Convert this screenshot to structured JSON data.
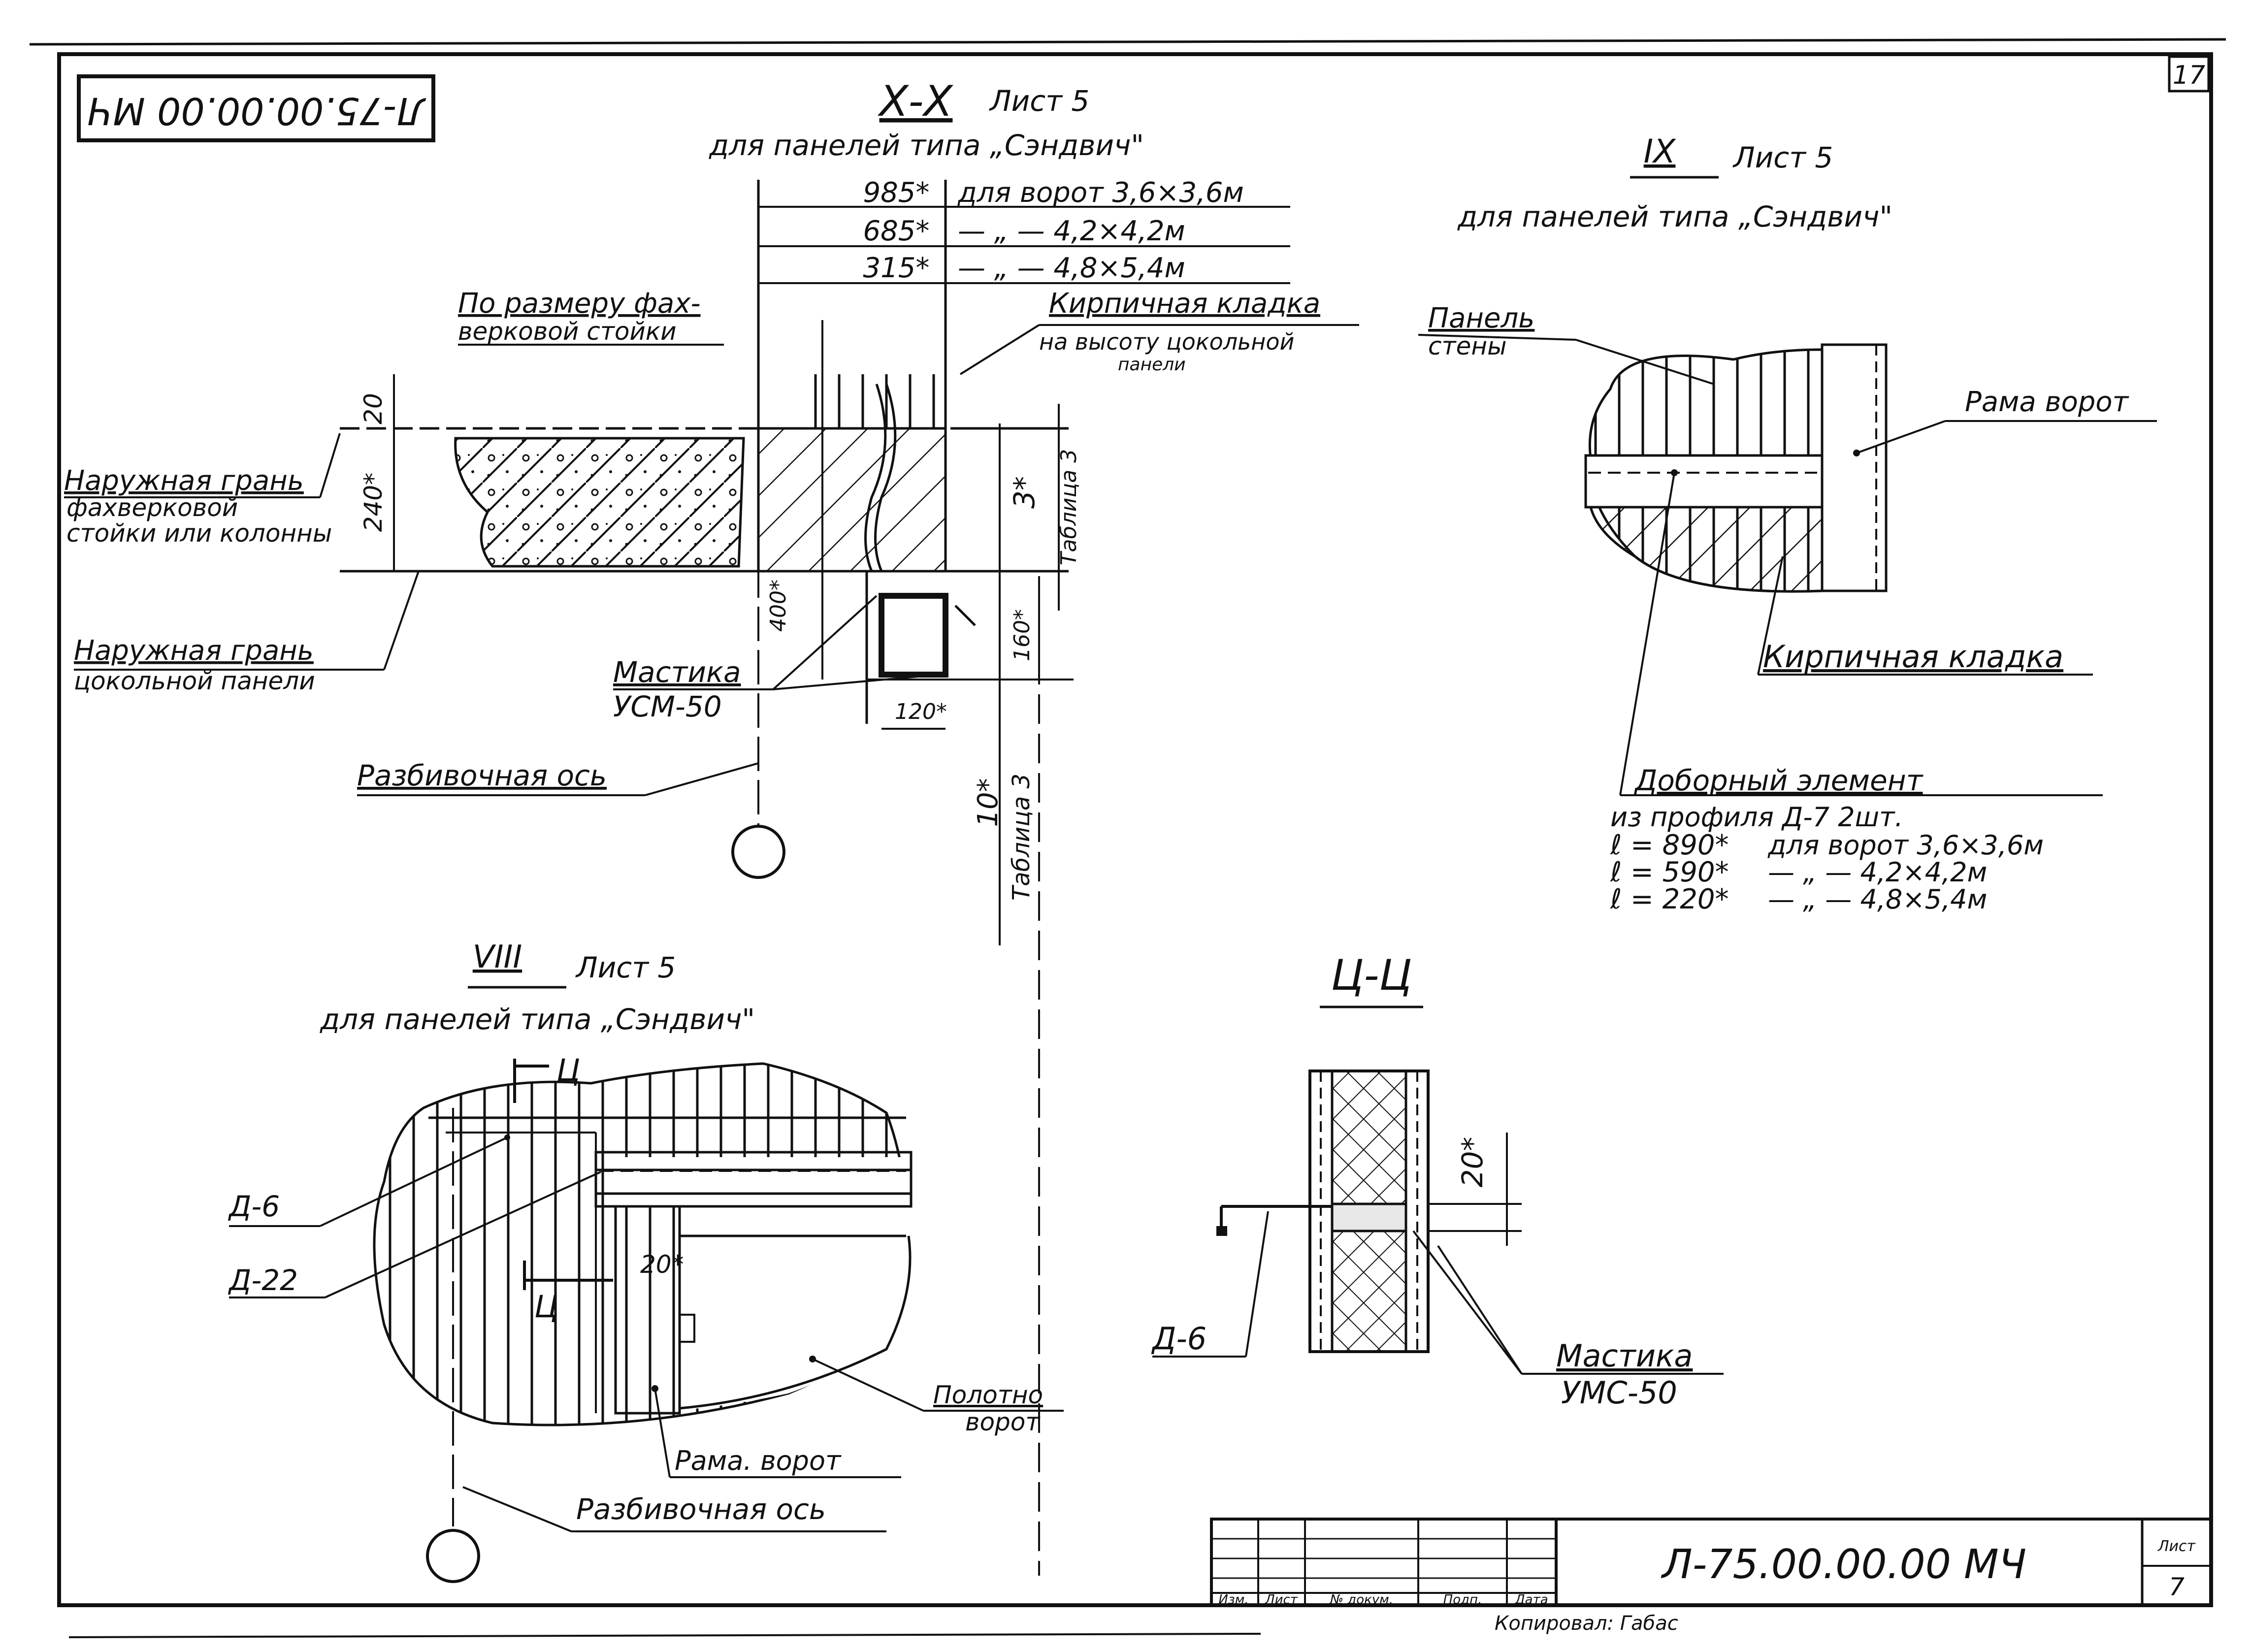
{
  "sheet": {
    "page_number": "17",
    "stamp_top": "Л-75.00.00.00 МЧ",
    "title_block_code": "Л-75.00.00.00 МЧ",
    "title_block_headers": [
      "Изм.",
      "Лист",
      "№ докум.",
      "Подп.",
      "Дата"
    ],
    "sheet_label": "Лист",
    "sheet_value": "7",
    "copied_by": "Копировал: Габас"
  },
  "section_xx": {
    "title": "Х-Х",
    "sheet_ref": "Лист 5",
    "subtitle": "для панелей типа „Сэндвич\"",
    "dims_table": [
      {
        "dim": "985*",
        "desc": "для ворот 3,6×3,6м"
      },
      {
        "dim": "685*",
        "desc": "— „ — 4,2×4,2м"
      },
      {
        "dim": "315*",
        "desc": "— „ — 4,8×5,4м"
      }
    ],
    "label_size_line1": "По размеру фах-",
    "label_size_line2": "верковой стойки",
    "label_brick_line1": "Кирпичная кладка",
    "label_brick_line2": "на высоту цокольной",
    "label_brick_line3": "панели",
    "label_outer1_line1": "Наружная грань",
    "label_outer1_line2": "фахверковой",
    "label_outer1_line3": "стойки или колонны",
    "label_outer2_line1": "Наружная грань",
    "label_outer2_line2": "цокольной панели",
    "label_mastic_line1": "Мастика",
    "label_mastic_line2": "УСМ-50",
    "label_axis": "Разбивочная ось",
    "dim_20": "20",
    "dim_240": "240*",
    "dim_400": "400*",
    "dim_160": "160*",
    "dim_120": "120*",
    "dim_3": "3*",
    "dim_10": "10*",
    "table_ref_1": "Таблица 3",
    "table_ref_2": "Таблица 3"
  },
  "node_ix": {
    "title": "IX",
    "sheet_ref": "Лист 5",
    "subtitle": "для панелей типа „Сэндвич\"",
    "label_panel_line1": "Панель",
    "label_panel_line2": "стены",
    "label_frame": "Рама ворот",
    "label_brick": "Кирпичная кладка",
    "label_extra_line1": "Доборный элемент",
    "label_extra_line2": "из профиля Д-7 2шт.",
    "lengths": [
      {
        "l": "ℓ = 890*",
        "desc": "для ворот 3,6×3,6м"
      },
      {
        "l": "ℓ = 590*",
        "desc": "— „ — 4,2×4,2м"
      },
      {
        "l": "ℓ = 220*",
        "desc": "— „ — 4,8×5,4м"
      }
    ]
  },
  "node_viii": {
    "title": "VIII",
    "sheet_ref": "Лист 5",
    "subtitle": "для панелей типа „Сэндвич\"",
    "cut_mark_1": "Ц",
    "cut_mark_2": "Ц",
    "label_d6": "Д-6",
    "label_d22": "Д-22",
    "dim_20": "20*",
    "label_leaf_line1": "Полотно",
    "label_leaf_line2": "ворот",
    "label_frame": "Рама. ворот",
    "label_axis": "Разбивочная ось"
  },
  "section_cc": {
    "title": "Ц-Ц",
    "dim_20": "20*",
    "label_d6": "Д-6",
    "label_mastic_line1": "Мастика",
    "label_mastic_line2": "УМС-50"
  }
}
